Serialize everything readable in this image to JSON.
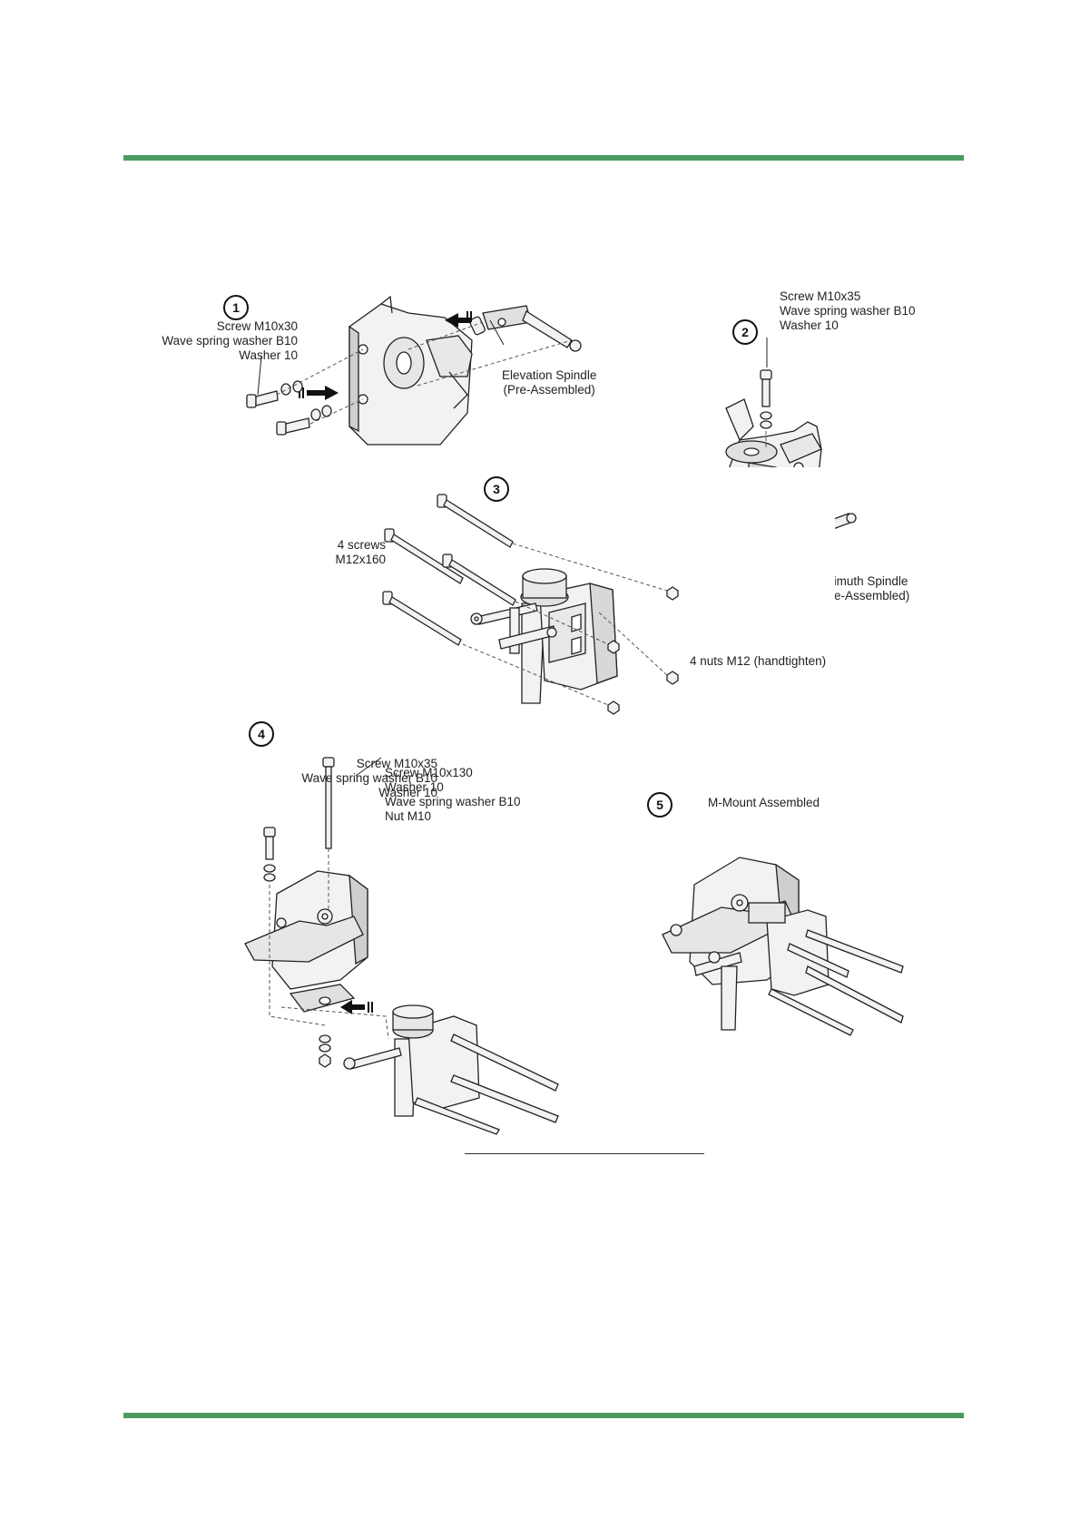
{
  "colors": {
    "rule": "#4a9a62",
    "ink": "#222222",
    "part_fill": "#f2f2f2",
    "part_shade": "#cfcfcf"
  },
  "figure": {
    "steps": [
      {
        "number": "1",
        "callouts": {
          "screw_set": [
            "Screw M10x30",
            "Wave spring washer B10",
            "Washer 10"
          ],
          "elevation_spindle": [
            "Elevation Spindle",
            "(Pre-Assembled)"
          ]
        }
      },
      {
        "number": "2",
        "callouts": {
          "screw_set": [
            "Screw M10x35",
            "Wave spring washer B10",
            "Washer 10"
          ],
          "azimuth_spindle": [
            "Azimuth Spindle",
            "(Pre-Assembled)"
          ]
        }
      },
      {
        "number": "3",
        "callouts": {
          "screws": [
            "4 screws",
            "M12x160"
          ],
          "nuts": [
            "4 nuts M12 (handtighten)"
          ]
        }
      },
      {
        "number": "4",
        "callouts": {
          "screw_set": [
            "Screw M10x35",
            "Wave spring washer B10",
            "Washer 10"
          ],
          "long_screw_set": [
            "Screw M10x130",
            "Washer 10",
            "Wave spring washer B10",
            "Nut M10"
          ]
        }
      },
      {
        "number": "5",
        "callouts": {
          "title": [
            "M-Mount Assembled"
          ]
        }
      }
    ]
  }
}
